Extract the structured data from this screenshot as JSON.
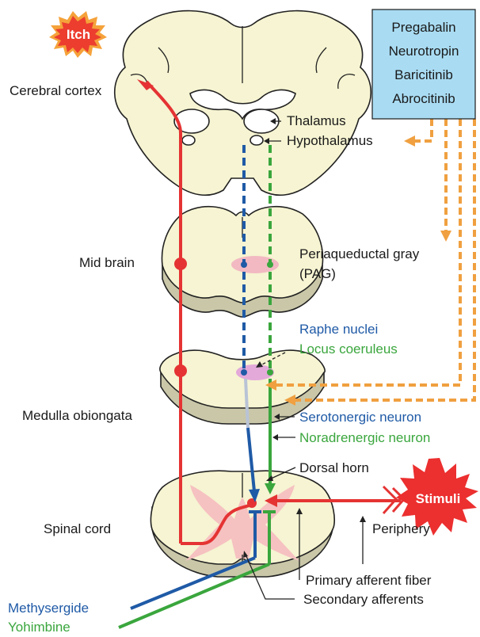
{
  "badges": {
    "itch": "Itch",
    "stimuli": "Stimuli"
  },
  "drug_box": {
    "items": [
      "Pregabalin",
      "Neurotropin",
      "Baricitinib",
      "Abrocitinib"
    ]
  },
  "labels": {
    "cerebral_cortex": "Cerebral cortex",
    "thalamus": "Thalamus",
    "hypothalamus": "Hypothalamus",
    "mid_brain": "Mid brain",
    "pag_line1": "Periaqueductal gray",
    "pag_line2": "(PAG)",
    "raphe_nuclei": "Raphe nuclei",
    "locus_coeruleus": "Locus coeruleus",
    "medulla": "Medulla obiongata",
    "serotonergic": "Serotonergic neuron",
    "noradrenergic": "Noradrenergic neuron",
    "dorsal_horn": "Dorsal horn",
    "spinal_cord": "Spinal cord",
    "periphery": "Periphery",
    "primary_afferent": "Primary afferent fiber",
    "secondary_afferents": "Secondary afferents",
    "methysergide": "Methysergide",
    "yohimbine": "Yohimbine"
  },
  "colors": {
    "itch_pathway": "#e53333",
    "serotonergic": "#1f5aa6",
    "noradrenergic": "#3aa63d",
    "drug_action": "#f0a040",
    "drug_box_fill": "#a9dcf3",
    "tissue": "#f6f4d2"
  }
}
